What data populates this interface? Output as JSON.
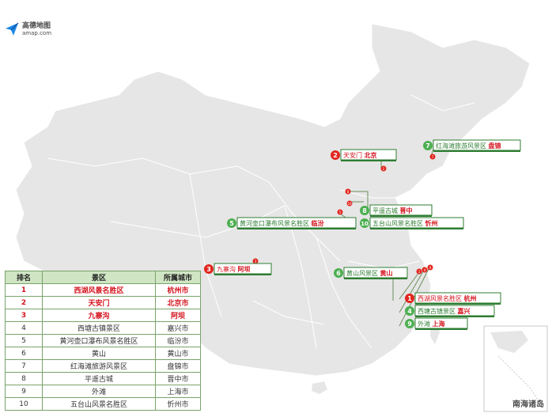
{
  "brand": {
    "name": "高德地图",
    "domain": "amap.com",
    "accent": "#1e88e5"
  },
  "inset_label": "南海诸岛",
  "colors": {
    "top": "#d4141e",
    "normal_text": "#2e7d32",
    "badge_red": "#e2261f",
    "badge_green": "#4caf50",
    "map_fill": "#e6e6e6",
    "map_border": "#ffffff"
  },
  "table": {
    "headers": [
      "排名",
      "景区",
      "所属城市"
    ],
    "rows": [
      {
        "rank": "1",
        "name": "西湖风景名胜区",
        "city": "杭州市"
      },
      {
        "rank": "2",
        "name": "天安门",
        "city": "北京市"
      },
      {
        "rank": "3",
        "name": "九寨沟",
        "city": "阿坝"
      },
      {
        "rank": "4",
        "name": "西塘古镇景区",
        "city": "嘉兴市"
      },
      {
        "rank": "5",
        "name": "黄河壶口瀑布风景名胜区",
        "city": "临汾市"
      },
      {
        "rank": "6",
        "name": "黄山",
        "city": "黄山市"
      },
      {
        "rank": "7",
        "name": "红海滩旅游风景区",
        "city": "盘锦市"
      },
      {
        "rank": "8",
        "name": "平遥古城",
        "city": "晋中市"
      },
      {
        "rank": "9",
        "name": "外滩",
        "city": "上海市"
      },
      {
        "rank": "10",
        "name": "五台山风景名胜区",
        "city": "忻州市"
      }
    ]
  },
  "callouts": [
    {
      "rank": "2",
      "name": "天安门",
      "city": "北京",
      "top": true
    },
    {
      "rank": "7",
      "name": "红海滩旅游风景区",
      "city": "盘锦",
      "top": false
    },
    {
      "rank": "8",
      "name": "平遥古城",
      "city": "晋中",
      "top": false
    },
    {
      "rank": "5",
      "name": "黄河壶口瀑布风景名胜区",
      "city": "临汾",
      "top": false
    },
    {
      "rank": "10",
      "name": "五台山风景名胜区",
      "city": "忻州",
      "top": false
    },
    {
      "rank": "3",
      "name": "九寨沟",
      "city": "阿坝",
      "top": true
    },
    {
      "rank": "6",
      "name": "黄山风景区",
      "city": "黄山",
      "top": false
    },
    {
      "rank": "1",
      "name": "西湖风景名胜区",
      "city": "杭州",
      "top": true
    },
    {
      "rank": "4",
      "name": "西塘古镇景区",
      "city": "嘉兴",
      "top": false
    },
    {
      "rank": "9",
      "name": "外滩",
      "city": "上海",
      "top": false
    }
  ],
  "markers": [
    "2",
    "7",
    "8",
    "10",
    "5",
    "3",
    "6",
    "1",
    "4",
    "9"
  ]
}
